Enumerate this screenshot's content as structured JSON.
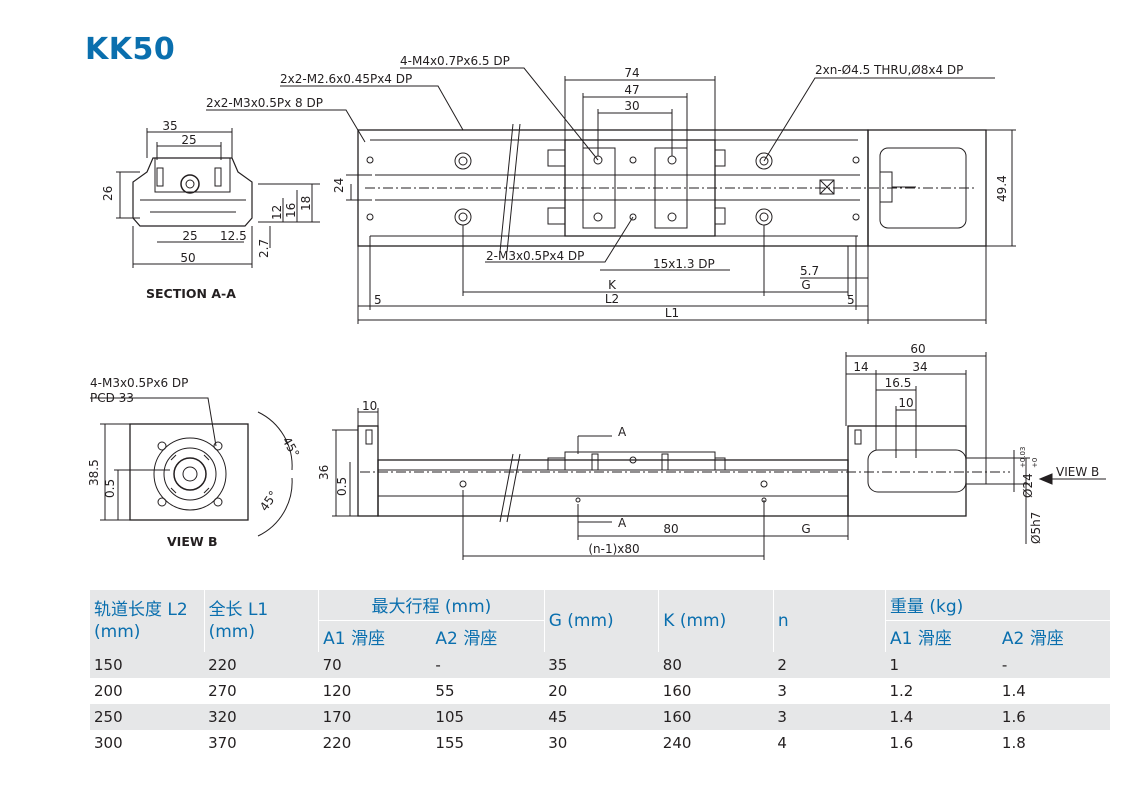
{
  "title": "KK50",
  "drawing_labels": {
    "section_aa": "SECTION A-A",
    "view_b": "VIEW B",
    "view_b_arrow": "VIEW B",
    "tap_m4": "4-M4x0.7Px6.5 DP",
    "tap_m26": "2x2-M2.6x0.45Px4 DP",
    "tap_m3_8": "2x2-M3x0.5Px 8 DP",
    "thru_holes": "2xn-Ø4.5 THRU,Ø8x4 DP",
    "tap_m3_4": "2-M3x0.5Px4 DP",
    "slot": "15x1.3 DP",
    "tap_m3_pcd": "4-M3x0.5Px6 DP",
    "pcd": "PCD 33",
    "dim_74": "74",
    "dim_47": "47",
    "dim_30": "30",
    "dim_35": "35",
    "dim_25_top": "25",
    "dim_25_bot": "25",
    "dim_26": "26",
    "dim_24": "24",
    "dim_12": "12",
    "dim_16": "16",
    "dim_18": "18",
    "dim_12_5": "12.5",
    "dim_50": "50",
    "dim_2_7": "2.7",
    "dim_49_4": "49.4",
    "dim_5_7": "5.7",
    "dim_k": "K",
    "dim_g": "G",
    "dim_5_left": "5",
    "dim_5_right": "5",
    "dim_l2": "L2",
    "dim_l1": "L1",
    "dim_38_5": "38.5",
    "dim_0_5_left": "0.5",
    "angle_45_top": "45°",
    "angle_45_bot": "45°",
    "dim_10_left": "10",
    "dim_36": "36",
    "dim_0_5_mid": "0.5",
    "sec_a_top": "A",
    "sec_a_bot": "A",
    "dim_80": "80",
    "dim_g2": "G",
    "dim_n80": "(n-1)x80",
    "dim_60": "60",
    "dim_14": "14",
    "dim_34": "34",
    "dim_16_5": "16.5",
    "dim_10_right": "10",
    "dim_d24": "Ø24",
    "tol_d24_upper": "+0.03",
    "tol_d24_lower": "+0",
    "dim_d5h7": "Ø5h7"
  },
  "table": {
    "headers": {
      "rail": "轨道长度 L2 (mm)",
      "total": "全长 L1 (mm)",
      "stroke": "最大行程 (mm)",
      "stroke_a1": "A1 滑座",
      "stroke_a2": "A2 滑座",
      "g": "G (mm)",
      "k": "K (mm)",
      "n": "n",
      "weight": "重量 (kg)",
      "weight_a1": "A1 滑座",
      "weight_a2": "A2 滑座"
    },
    "rows": [
      [
        "150",
        "220",
        "70",
        "-",
        "35",
        "80",
        "2",
        "1",
        "-"
      ],
      [
        "200",
        "270",
        "120",
        "55",
        "20",
        "160",
        "3",
        "1.2",
        "1.4"
      ],
      [
        "250",
        "320",
        "170",
        "105",
        "45",
        "160",
        "3",
        "1.4",
        "1.6"
      ],
      [
        "300",
        "370",
        "220",
        "155",
        "30",
        "240",
        "4",
        "1.6",
        "1.8"
      ]
    ]
  }
}
